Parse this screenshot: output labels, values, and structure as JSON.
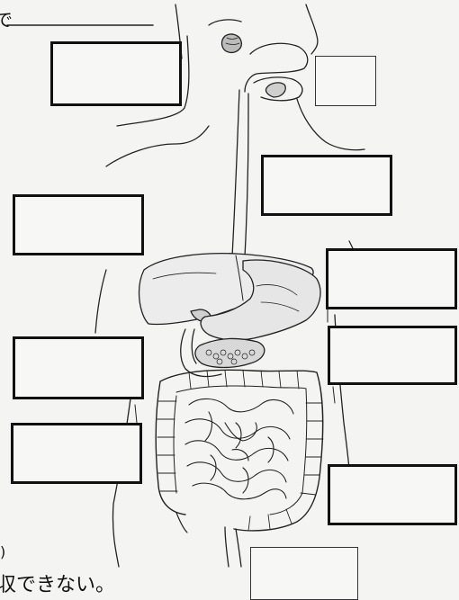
{
  "worksheet": {
    "top_fragment": "で",
    "paren_fragment": ")",
    "bottom_text": "収できない。"
  },
  "boxes": [
    {
      "id": "label-box-1",
      "style": "thick",
      "answer": ""
    },
    {
      "id": "label-box-2",
      "style": "thin",
      "answer": ""
    },
    {
      "id": "label-box-3",
      "style": "thick",
      "answer": ""
    },
    {
      "id": "label-box-4",
      "style": "thick",
      "answer": ""
    },
    {
      "id": "label-box-5",
      "style": "thick",
      "answer": ""
    },
    {
      "id": "label-box-6",
      "style": "thick",
      "answer": ""
    },
    {
      "id": "label-box-7",
      "style": "thick",
      "answer": ""
    },
    {
      "id": "label-box-8",
      "style": "thick",
      "answer": ""
    },
    {
      "id": "label-box-9",
      "style": "thick",
      "answer": ""
    },
    {
      "id": "label-box-10",
      "style": "thin",
      "answer": ""
    }
  ],
  "colors": {
    "ink": "#111111",
    "paper": "#f4f4f2"
  }
}
